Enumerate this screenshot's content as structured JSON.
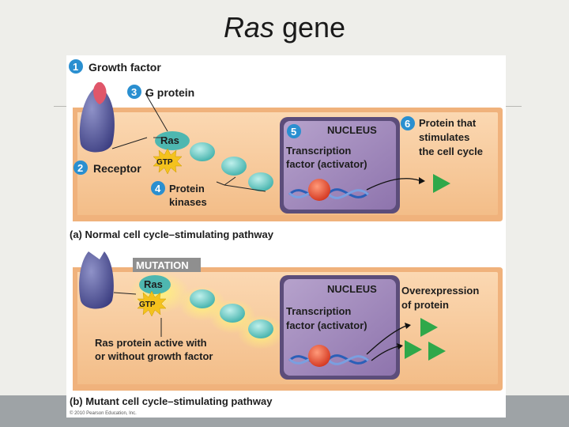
{
  "slide": {
    "title_italic": "Ras",
    "title_rest": " gene"
  },
  "diagram_a": {
    "growth_factor": "Growth factor",
    "g_protein": "G protein",
    "receptor": "Receptor",
    "protein_kinases_line1": "Protein",
    "protein_kinases_line2": "kinases",
    "nucleus": "NUCLEUS",
    "tf_line1": "Transcription",
    "tf_line2": "factor (activator)",
    "protein_line1": "Protein that",
    "protein_line2": "stimulates",
    "protein_line3": "the cell cycle",
    "ras": "Ras",
    "gtp": "GTP",
    "caption": "(a) Normal cell cycle–stimulating pathway",
    "step_numbers": [
      "1",
      "2",
      "3",
      "4",
      "5",
      "6"
    ]
  },
  "diagram_b": {
    "mutation": "MUTATION",
    "ras": "Ras",
    "gtp": "GTP",
    "nucleus": "NUCLEUS",
    "tf_line1": "Transcription",
    "tf_line2": "factor (activator)",
    "overexpression_line1": "Overexpression",
    "overexpression_line2": "of protein",
    "active_line1": "Ras protein active with",
    "active_line2": "or without growth factor",
    "caption": "(b) Mutant cell cycle–stimulating pathway"
  },
  "copyright": "© 2010 Pearson Education, Inc.",
  "colors": {
    "cell": "#f6c99a",
    "nucleus": "#9b82b8",
    "kinase": "#5cc6c0",
    "step_circle": "#2a8fd0",
    "glow": "#ffe850",
    "arrow_green": "#2fa84a"
  }
}
